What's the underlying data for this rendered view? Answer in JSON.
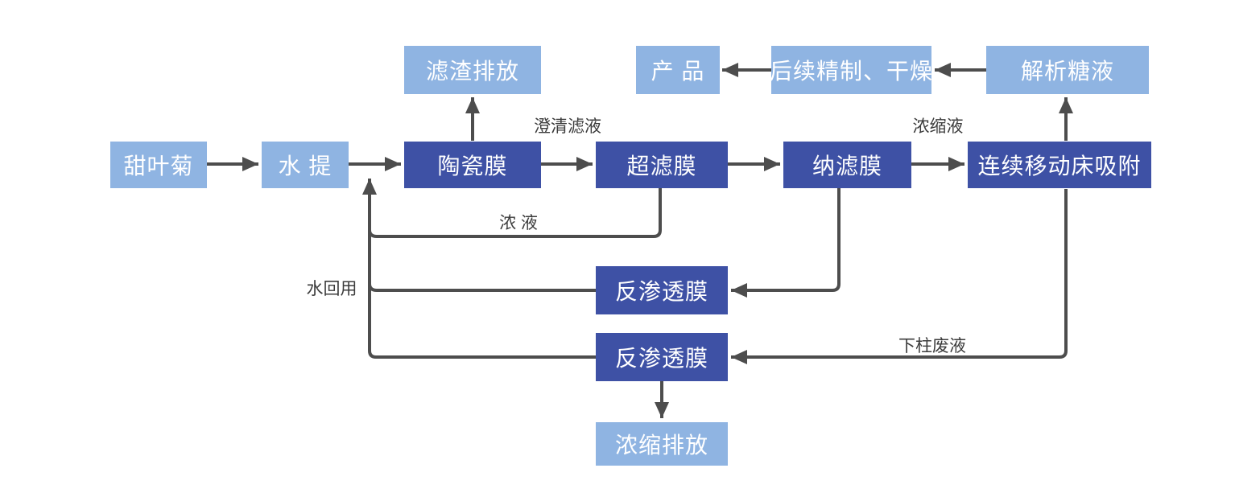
{
  "colors": {
    "bg": "#ffffff",
    "box_dark": "#3e51a5",
    "box_light": "#8fb4e2",
    "box_text": "#ffffff",
    "line": "#4d4d4d",
    "label_text": "#3c3c3c"
  },
  "nodes": [
    {
      "id": "stevia-leaf",
      "label": "甜叶菊",
      "variant": "light"
    },
    {
      "id": "water-extraction",
      "label": "水 提",
      "variant": "light"
    },
    {
      "id": "ceramic-membrane",
      "label": "陶瓷膜",
      "variant": "dark"
    },
    {
      "id": "ultrafiltration-membrane",
      "label": "超滤膜",
      "variant": "dark"
    },
    {
      "id": "nanofiltration-membrane",
      "label": "纳滤膜",
      "variant": "dark"
    },
    {
      "id": "continuous-moving-bed-adsorption",
      "label": "连续移动床吸附",
      "variant": "dark"
    },
    {
      "id": "residue-discharge",
      "label": "滤渣排放",
      "variant": "light"
    },
    {
      "id": "product",
      "label": "产 品",
      "variant": "light"
    },
    {
      "id": "refining-drying",
      "label": "后续精制、干燥",
      "variant": "light"
    },
    {
      "id": "desorbed-sugar-liquid",
      "label": "解析糖液",
      "variant": "light"
    },
    {
      "id": "reverse-osmosis-1",
      "label": "反渗透膜",
      "variant": "dark"
    },
    {
      "id": "reverse-osmosis-2",
      "label": "反渗透膜",
      "variant": "dark"
    },
    {
      "id": "concentrate-discharge",
      "label": "浓缩排放",
      "variant": "light"
    }
  ],
  "edge_labels": [
    {
      "id": "clarified-filtrate",
      "text": "澄清滤液"
    },
    {
      "id": "concentrated-liquid",
      "text": "浓缩液"
    },
    {
      "id": "concentrate",
      "text": "浓 液"
    },
    {
      "id": "water-reuse",
      "text": "水回用"
    },
    {
      "id": "column-waste-liquid",
      "text": "下柱废液"
    }
  ]
}
